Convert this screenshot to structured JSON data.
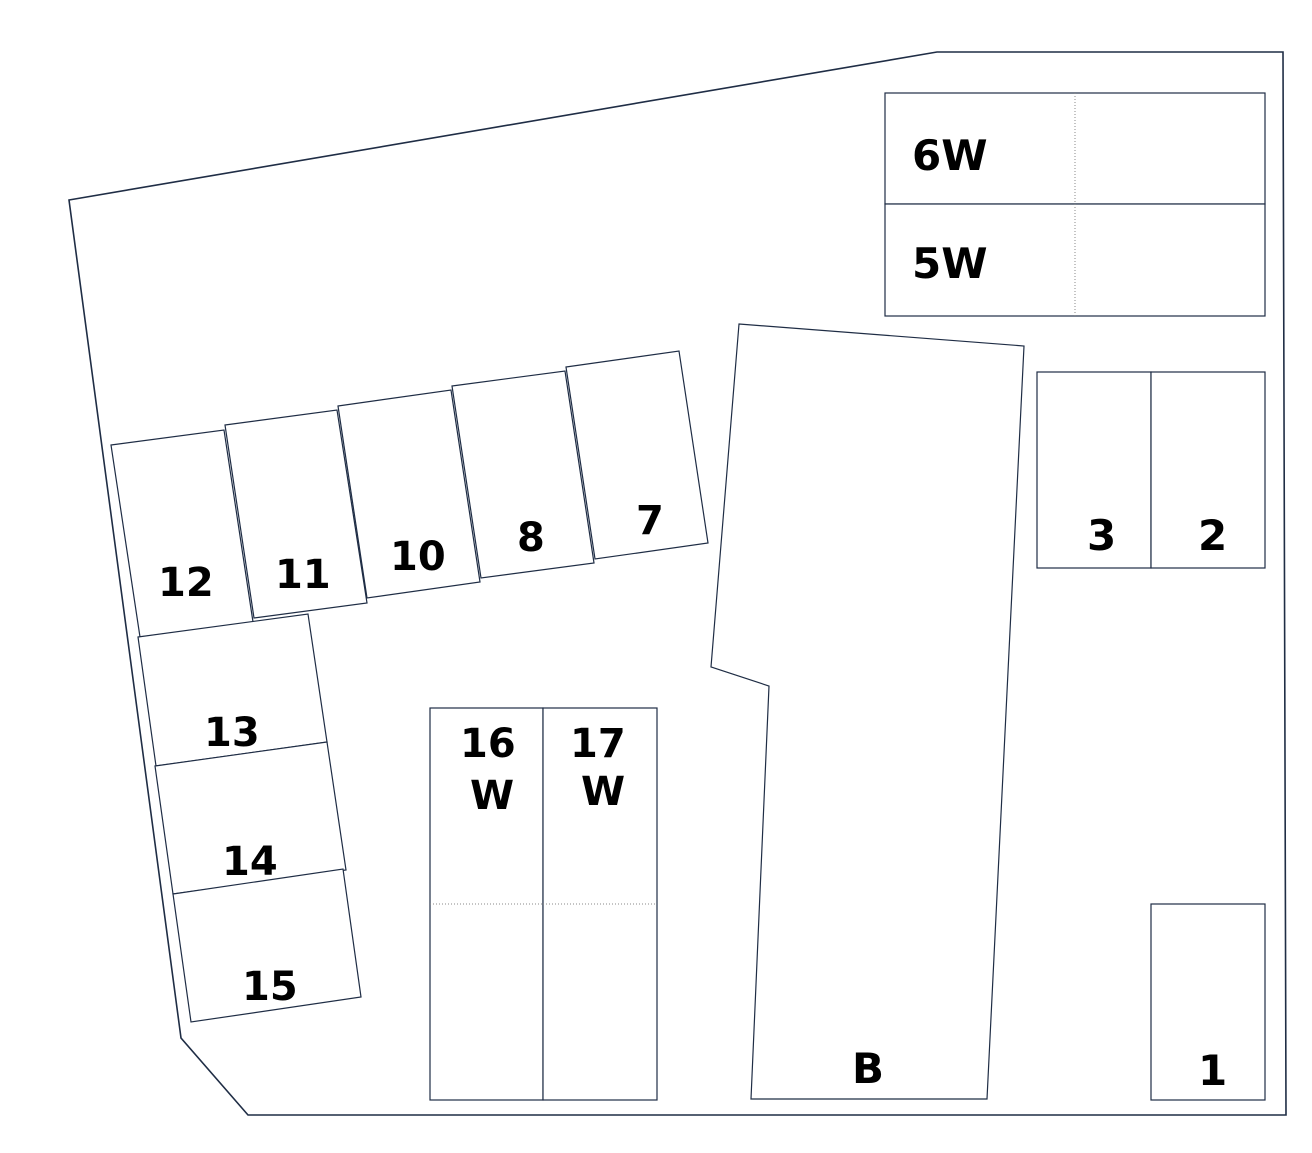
{
  "colors": {
    "outline": "#1f2d45",
    "text": "#000000",
    "background": "#ffffff"
  },
  "lots": {
    "l1": "1",
    "l2": "2",
    "l3": "3",
    "l5w": "5W",
    "l6w": "6W",
    "l7": "7",
    "l8": "8",
    "l10": "10",
    "l11": "11",
    "l12": "12",
    "l13": "13",
    "l14": "14",
    "l15": "15",
    "l16_num": "16",
    "l16_w": "W",
    "l17_num": "17",
    "l17_w": "W",
    "lB": "B"
  }
}
